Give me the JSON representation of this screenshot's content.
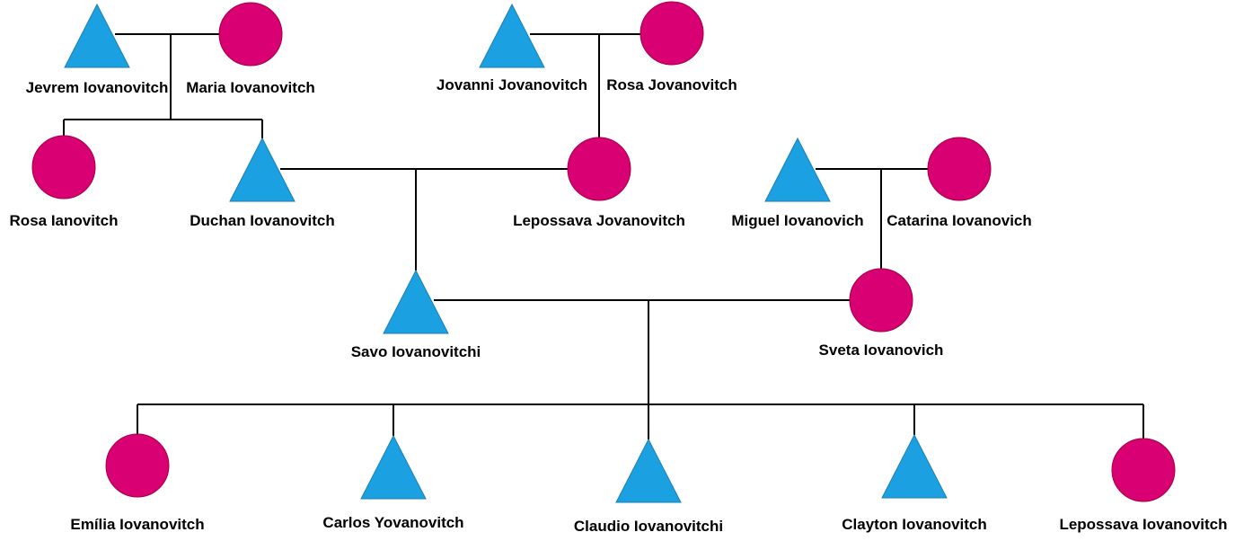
{
  "diagram": {
    "type": "family-tree",
    "colors": {
      "male": "#1BA1E2",
      "male_stroke": "#1E7FB0",
      "female": "#D80073",
      "female_stroke": "#A50040",
      "line": "#000000"
    },
    "people": [
      {
        "id": "jevrem",
        "name": "Jevrem Iovanovitch",
        "sex": "male"
      },
      {
        "id": "maria",
        "name": "Maria Iovanovitch",
        "sex": "female"
      },
      {
        "id": "jovanni",
        "name": "Jovanni Jovanovitch",
        "sex": "male"
      },
      {
        "id": "rosa-j",
        "name": "Rosa Jovanovitch",
        "sex": "female"
      },
      {
        "id": "rosa-i",
        "name": "Rosa Ianovitch",
        "sex": "female"
      },
      {
        "id": "duchan",
        "name": "Duchan Iovanovitch",
        "sex": "male"
      },
      {
        "id": "lepossava-j",
        "name": "Lepossava Jovanovitch",
        "sex": "female"
      },
      {
        "id": "miguel",
        "name": "Miguel Iovanovich",
        "sex": "male"
      },
      {
        "id": "catarina",
        "name": "Catarina Iovanovich",
        "sex": "female"
      },
      {
        "id": "savo",
        "name": "Savo Iovanovitchi",
        "sex": "male"
      },
      {
        "id": "sveta",
        "name": "Sveta Iovanovich",
        "sex": "female"
      },
      {
        "id": "emilia",
        "name": "Emília Iovanovitch",
        "sex": "female"
      },
      {
        "id": "carlos",
        "name": "Carlos Yovanovitch",
        "sex": "male"
      },
      {
        "id": "claudio",
        "name": "Claudio Iovanovitchi",
        "sex": "male"
      },
      {
        "id": "clayton",
        "name": "Clayton Iovanovitch",
        "sex": "male"
      },
      {
        "id": "lepossava-i",
        "name": "Lepossava Iovanovitch",
        "sex": "female"
      }
    ],
    "unions": [
      {
        "partners": [
          "jevrem",
          "maria"
        ],
        "children": [
          "rosa-i",
          "duchan"
        ]
      },
      {
        "partners": [
          "jovanni",
          "rosa-j"
        ],
        "children": [
          "lepossava-j"
        ]
      },
      {
        "partners": [
          "miguel",
          "catarina"
        ],
        "children": [
          "sveta"
        ]
      },
      {
        "partners": [
          "duchan",
          "lepossava-j"
        ],
        "children": [
          "savo"
        ]
      },
      {
        "partners": [
          "savo",
          "sveta"
        ],
        "children": [
          "emilia",
          "carlos",
          "claudio",
          "clayton",
          "lepossava-i"
        ]
      }
    ]
  }
}
